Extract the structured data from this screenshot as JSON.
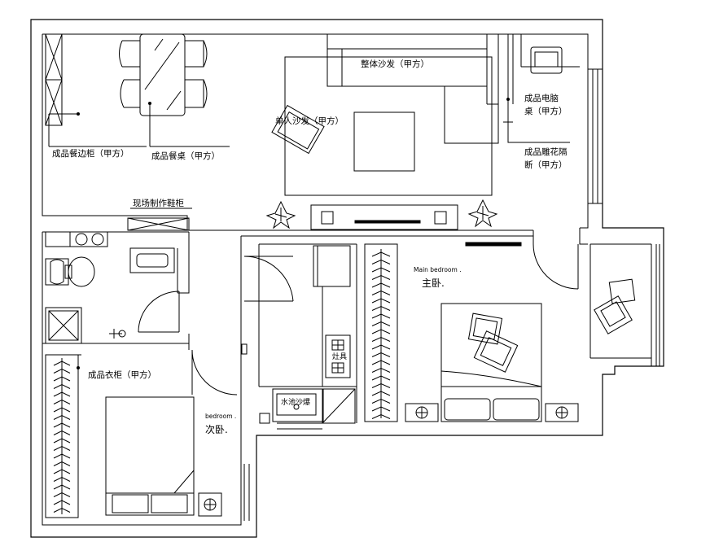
{
  "labels": {
    "sideboard": "成品餐边柜（甲方）",
    "dining_table": "成品餐桌（甲方）",
    "sofa": "整体沙发（甲方）",
    "armchair": "单人沙发（甲方）",
    "computer_desk_1": "成品电脑",
    "computer_desk_2": "桌（甲方）",
    "partition_1": "成品雕花隔",
    "partition_2": "断（甲方）",
    "shoe_cabinet": "现场制作鞋柜",
    "wardrobe": "成品衣柜（甲方）",
    "master_en": "Main bedroom .",
    "master_cn": "主卧.",
    "second_en": "bedroom .",
    "second_cn": "次卧.",
    "cooktop": "灶具",
    "sink": "水池沙爆"
  }
}
